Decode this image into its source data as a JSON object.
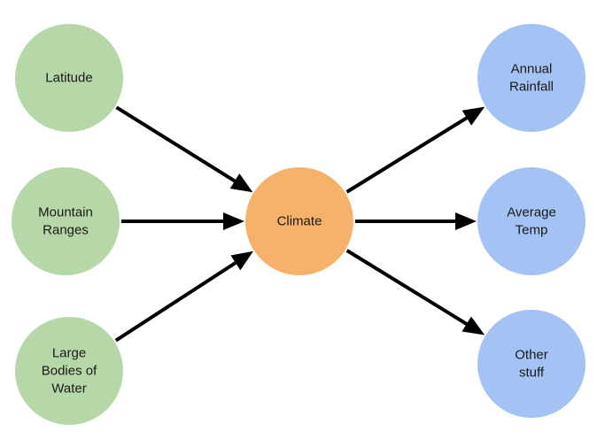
{
  "diagram": {
    "type": "causal-flow",
    "colors": {
      "input": "#b6d7a8",
      "center": "#f6b26b",
      "output": "#a4c2f4",
      "edge": "#000000"
    },
    "nodes": [
      {
        "id": "latitude",
        "group": "input",
        "lines": [
          "Latitude"
        ]
      },
      {
        "id": "mountain-ranges",
        "group": "input",
        "lines": [
          "Mountain",
          "Ranges"
        ]
      },
      {
        "id": "large-bodies-of-water",
        "group": "input",
        "lines": [
          "Large",
          "Bodies of",
          "Water"
        ]
      },
      {
        "id": "climate",
        "group": "center",
        "lines": [
          "Climate"
        ]
      },
      {
        "id": "annual-rainfall",
        "group": "output",
        "lines": [
          "Annual",
          "Rainfall"
        ]
      },
      {
        "id": "average-temp",
        "group": "output",
        "lines": [
          "Average",
          "Temp"
        ]
      },
      {
        "id": "other-stuff",
        "group": "output",
        "lines": [
          "Other",
          "stuff"
        ]
      }
    ],
    "edges": [
      {
        "from": "latitude",
        "to": "climate"
      },
      {
        "from": "mountain-ranges",
        "to": "climate"
      },
      {
        "from": "large-bodies-of-water",
        "to": "climate"
      },
      {
        "from": "climate",
        "to": "annual-rainfall"
      },
      {
        "from": "climate",
        "to": "average-temp"
      },
      {
        "from": "climate",
        "to": "other-stuff"
      }
    ]
  }
}
